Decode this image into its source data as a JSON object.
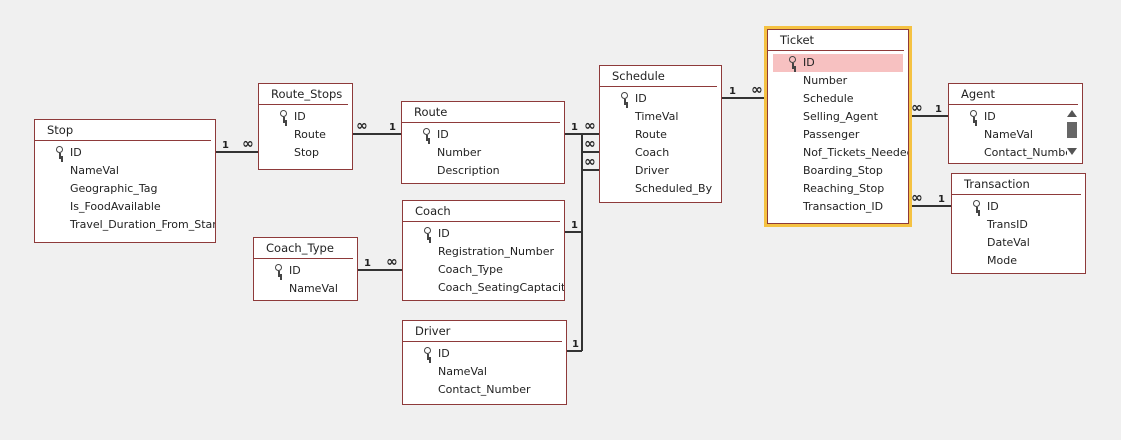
{
  "tables": {
    "stop": {
      "title": "Stop",
      "fields": [
        "ID",
        "NameVal",
        "Geographic_Tag",
        "Is_FoodAvailable",
        "Travel_Duration_From_Start"
      ]
    },
    "route_stops": {
      "title": "Route_Stops",
      "fields": [
        "ID",
        "Route",
        "Stop"
      ]
    },
    "route": {
      "title": "Route",
      "fields": [
        "ID",
        "Number",
        "Description"
      ]
    },
    "coach_type": {
      "title": "Coach_Type",
      "fields": [
        "ID",
        "NameVal"
      ]
    },
    "coach": {
      "title": "Coach",
      "fields": [
        "ID",
        "Registration_Number",
        "Coach_Type",
        "Coach_SeatingCaptacity"
      ]
    },
    "driver": {
      "title": "Driver",
      "fields": [
        "ID",
        "NameVal",
        "Contact_Number"
      ]
    },
    "schedule": {
      "title": "Schedule",
      "fields": [
        "ID",
        "TimeVal",
        "Route",
        "Coach",
        "Driver",
        "Scheduled_By"
      ]
    },
    "ticket": {
      "title": "Ticket",
      "fields": [
        "ID",
        "Number",
        "Schedule",
        "Selling_Agent",
        "Passenger",
        "Nof_Tickets_Needed",
        "Boarding_Stop",
        "Reaching_Stop",
        "Transaction_ID"
      ]
    },
    "agent": {
      "title": "Agent",
      "fields": [
        "ID",
        "NameVal",
        "Contact_Number"
      ]
    },
    "transaction": {
      "title": "Transaction",
      "fields": [
        "ID",
        "TransID",
        "DateVal",
        "Mode"
      ]
    }
  },
  "relationships": [
    {
      "from": "route_stops",
      "to": "stop",
      "one_side": "1",
      "many_side": "∞"
    },
    {
      "from": "route_stops",
      "to": "route",
      "one_side": "1",
      "many_side": "∞"
    },
    {
      "from": "schedule",
      "to": "route",
      "one_side": "1",
      "many_side": "∞"
    },
    {
      "from": "schedule",
      "to": "coach",
      "one_side": "1",
      "many_side": "∞"
    },
    {
      "from": "schedule",
      "to": "driver",
      "one_side": "1",
      "many_side": "∞"
    },
    {
      "from": "coach",
      "to": "coach_type",
      "one_side": "1",
      "many_side": "∞"
    },
    {
      "from": "ticket",
      "to": "schedule",
      "one_side": "1",
      "many_side": "∞"
    },
    {
      "from": "ticket",
      "to": "agent",
      "one_side": "1",
      "many_side": "∞"
    },
    {
      "from": "ticket",
      "to": "transaction",
      "one_side": "1",
      "many_side": "∞"
    }
  ],
  "colors": {
    "border": "#8e3a3a",
    "selection": "#f5c242",
    "key_highlight": "#f7c1c1",
    "line": "#333333",
    "canvas": "#f0f0f0"
  }
}
